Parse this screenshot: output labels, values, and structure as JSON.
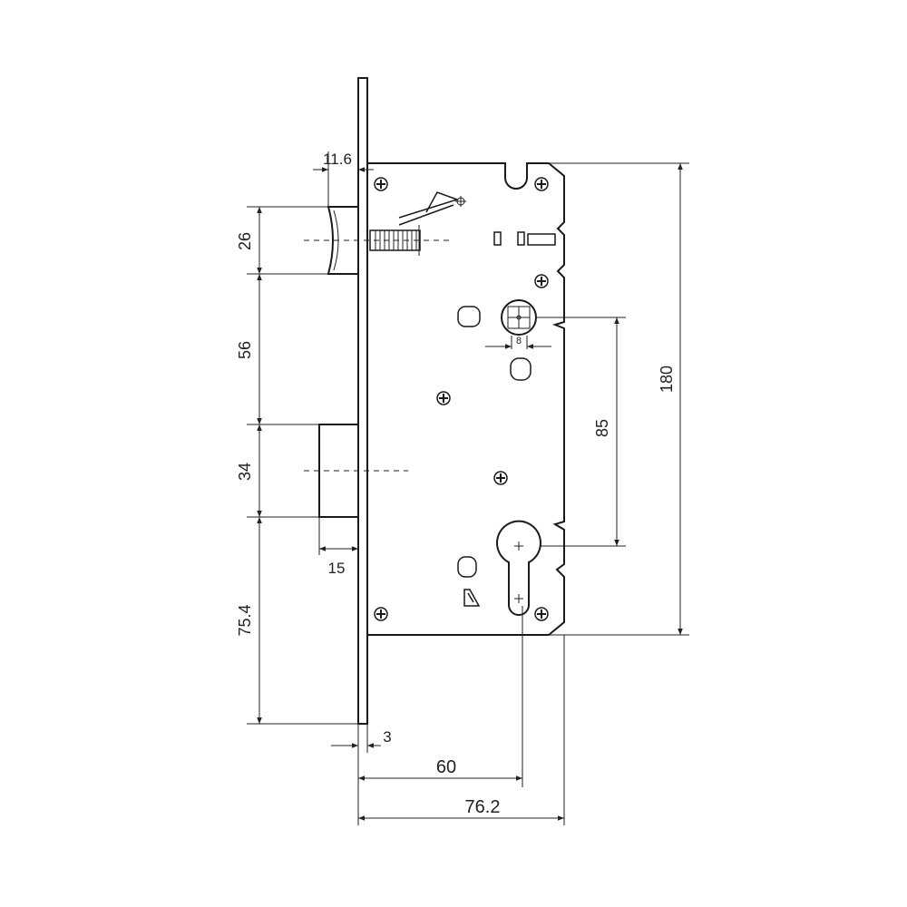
{
  "dimensions": {
    "latch_depth": "11.6",
    "latch_height": "26",
    "latch_to_deadbolt": "56",
    "deadbolt_height": "34",
    "deadbolt_throw": "15",
    "deadbolt_to_bottom": "75.4",
    "faceplate_thickness": "3",
    "backset": "60",
    "overall_depth": "76.2",
    "handle_to_cylinder": "85",
    "case_height": "180",
    "spindle_size": "8"
  },
  "colors": {
    "line": "#1a1a1a",
    "background": "#ffffff"
  }
}
